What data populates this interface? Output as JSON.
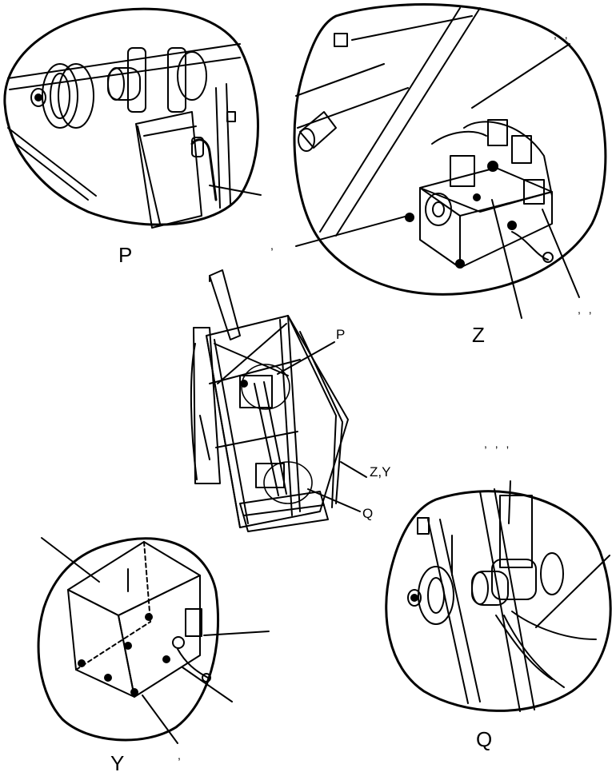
{
  "labels": {
    "detail_p_large": "P",
    "detail_z_large": "Z",
    "detail_y_large": "Y",
    "detail_q_large": "Q",
    "callout_p": "P",
    "callout_zy": "Z,Y",
    "callout_q": "Q"
  },
  "marks": {
    "z_top": ", ,",
    "z_left": ",",
    "z_bottom_right": ", ,",
    "q_top": ", , ,",
    "y_bottom": ","
  },
  "colors": {
    "ink": "#000000",
    "paper": "#ffffff"
  }
}
